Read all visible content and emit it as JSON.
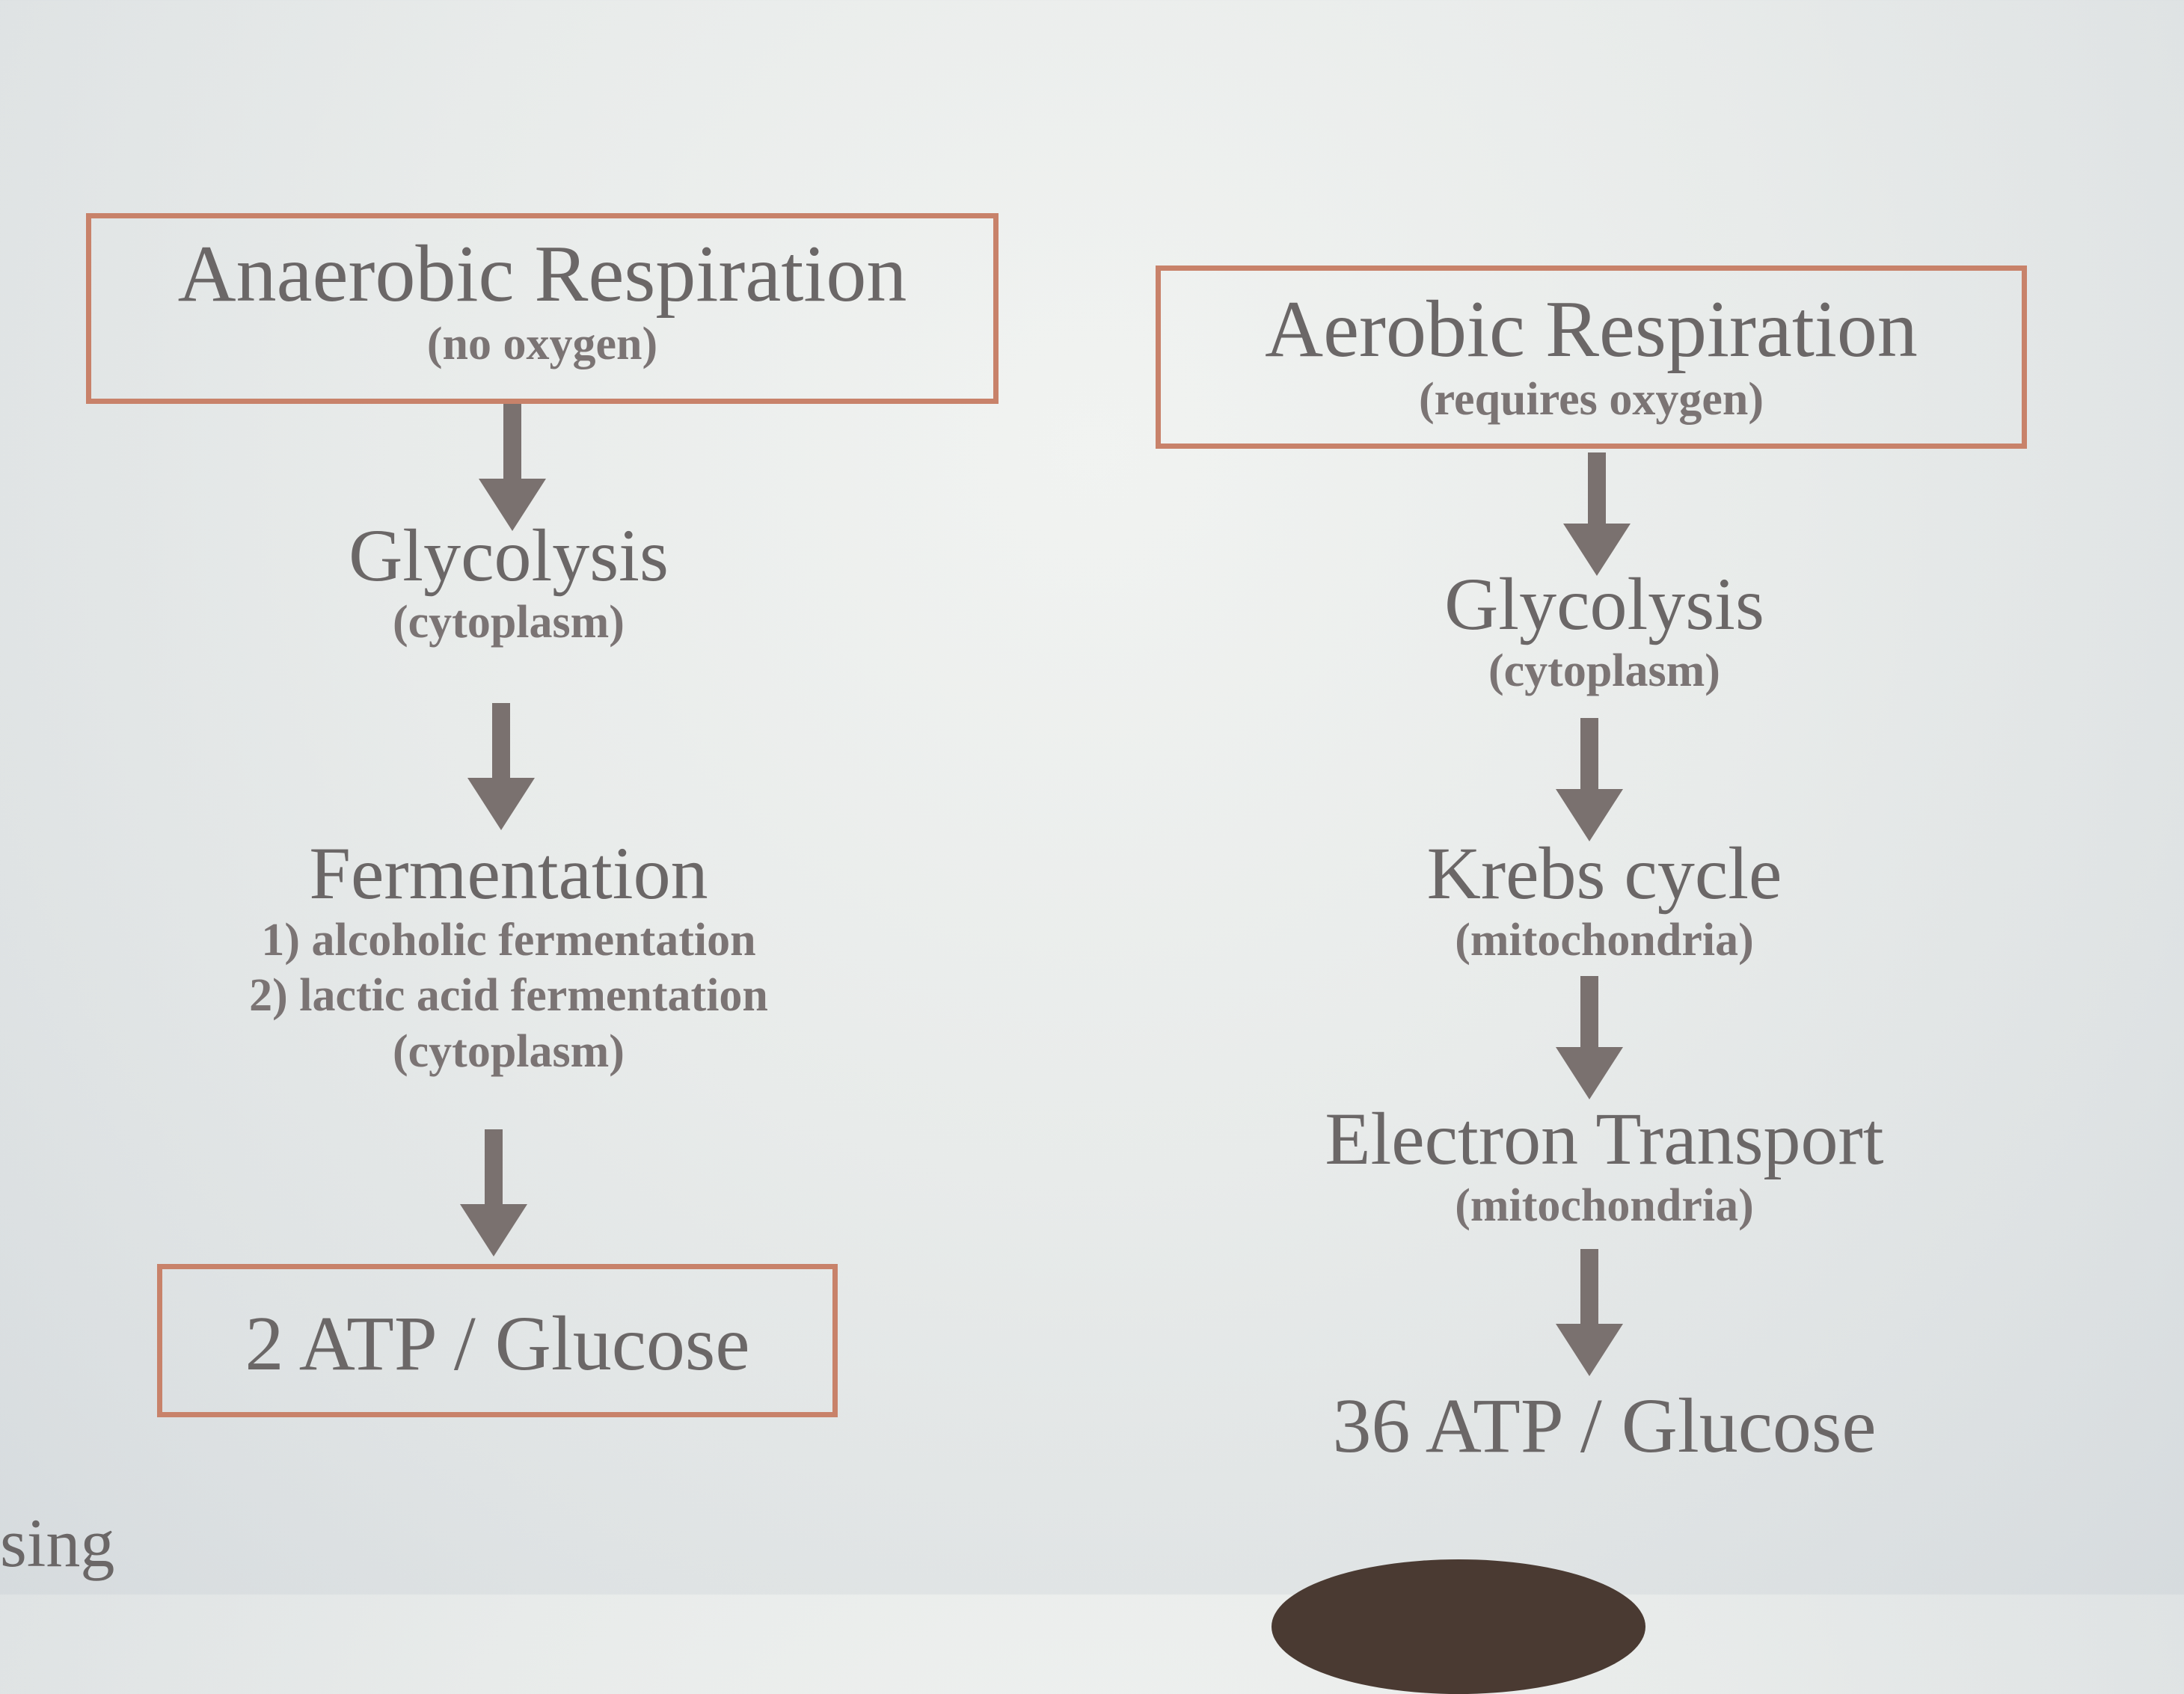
{
  "anaerobic": {
    "title": "Anaerobic Respiration",
    "subtitle": "(no oxygen)",
    "step1_title": "Glycolysis",
    "step1_location": "(cytoplasm)",
    "step2_title": "Fermentation",
    "step2_item1": "1) alcoholic fermentation",
    "step2_item2": "2) lactic acid fermentation",
    "step2_location": "(cytoplasm)",
    "result": "2 ATP / Glucose"
  },
  "aerobic": {
    "title": "Aerobic Respiration",
    "subtitle": "(requires oxygen)",
    "step1_title": "Glycolysis",
    "step1_location": "(cytoplasm)",
    "step2_title": "Krebs cycle",
    "step2_location": "(mitochondria)",
    "step3_title": "Electron Transport",
    "step3_location": "(mitochondria)",
    "result": "36 ATP / Glucose"
  },
  "corner_text": "sing",
  "colors": {
    "box_border": "#c8826a",
    "arrow": "#7a716f",
    "text": "#6b6767"
  }
}
